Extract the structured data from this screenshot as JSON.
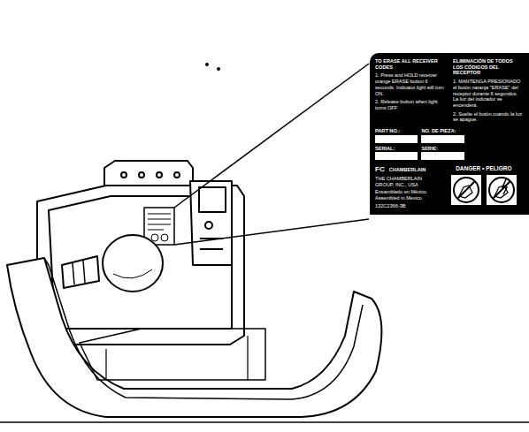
{
  "diagram": {
    "nodes": [
      {
        "text": [
          "TO ERASE ALL RECEIVER CODES",
          "1. Press and HOLD receiver orange ERASE button 6 seconds. Indicator light will turn ON.",
          "2. Release button when light turns OFF",
          "ELIMINACIÓN DE TODOS LOS CÓDIGOS DEL RECEPTOR",
          "1. MANTENGA PRESIONADO el botón naranja \"ERASE\" del receptor durante 6 segundos. La luz del indicador se encenderá.",
          "2. Suelte el botón cuando la luz se apague.",
          "PART NO.:",
          "NO. DE PIEZA:",
          "SERIAL:",
          "SERIE:",
          "FC",
          "CHAMBERLAIN",
          "THE CHAMBERLAIN GROUP, INC., USA",
          "Ensamblado en México Assembled in Mexico",
          "132C2366-3B",
          "DANGER • PELIGRO"
        ]
      }
    ]
  }
}
